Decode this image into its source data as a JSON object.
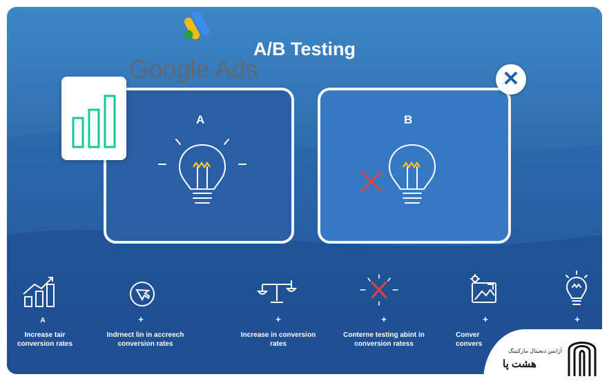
{
  "header": {
    "title": "A/B Testing",
    "logo_text": "Google Ads"
  },
  "panels": {
    "a_label": "A",
    "b_label": "B"
  },
  "features": [
    {
      "title": "A",
      "text": "Increase tair conversion rates"
    },
    {
      "title": "+",
      "text": "Indrnect lin in accreech conversion rates"
    },
    {
      "title": "+",
      "text": "Increase in conversion rates"
    },
    {
      "title": "+",
      "text": "Conterne testing abint in conversion ratess"
    },
    {
      "title": "+",
      "text": "Conver convers"
    },
    {
      "title": "+",
      "text": ""
    }
  ],
  "brand": {
    "tagline": "آژانس دیجیتال مارکتینگ",
    "name": "هشت پا"
  },
  "colors": {
    "accent_green": "#13c99a",
    "error_red": "#e0443e",
    "bulb_yellow": "#f2c21b",
    "panel_a": "#2a5fa5",
    "panel_b": "#3778c2"
  },
  "icons": [
    "google-ads-logo",
    "bar-chart-icon",
    "close-icon",
    "lightbulb-icon",
    "cross-mark-icon",
    "growth-chart-icon",
    "pointer-target-icon",
    "balance-scale-icon",
    "image-settings-icon"
  ]
}
